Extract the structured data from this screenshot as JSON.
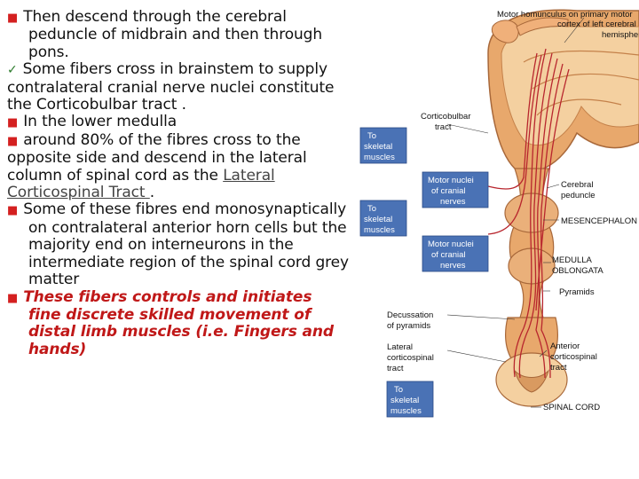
{
  "text": {
    "p1": "Then descend through the cerebral peduncle of midbrain and then through pons.",
    "p2": "Some fibers cross in brainstem to supply contralateral cranial nerve nuclei constitute the Corticobulbar tract .",
    "p3": "In the lower  medulla",
    "p4_a": "around 80% of the fibres cross to the opposite side and descend in the lateral column of spinal cord as the ",
    "p4_link": "Lateral Corticospinal Tract ",
    "p4_b": ".",
    "p5": "Some of these fibres end monosynaptically on contralateral anterior horn cells but the majority end on interneurons in the intermediate region of the spinal cord grey matter",
    "p6": "These fibers controls and initiates fine discrete skilled movement of distal limb muscles (i.e. Fingers and hands)"
  },
  "diagram": {
    "homunculus_l1": "Motor homunculus on primary motor",
    "homunculus_l2": "cortex of left cerebral",
    "homunculus_l3": "hemisphere",
    "corticobulbar_l1": "Corticobulbar",
    "corticobulbar_l2": "tract",
    "to_skeletal_1_l1": "To",
    "to_skeletal_1_l2": "skeletal",
    "to_skeletal_1_l3": "muscles",
    "motor_nuclei_1_l1": "Motor nuclei",
    "motor_nuclei_1_l2": "of cranial",
    "motor_nuclei_1_l3": "nerves",
    "cerebral_peduncle_l1": "Cerebral",
    "cerebral_peduncle_l2": "peduncle",
    "to_skeletal_2_l1": "To",
    "to_skeletal_2_l2": "skeletal",
    "to_skeletal_2_l3": "muscles",
    "mesencephalon": "MESENCEPHALON",
    "motor_nuclei_2_l1": "Motor nuclei",
    "motor_nuclei_2_l2": "of cranial",
    "motor_nuclei_2_l3": "nerves",
    "medulla_l1": "MEDULLA",
    "medulla_l2": "OBLONGATA",
    "pyramids": "Pyramids",
    "decussation_l1": "Decussation",
    "decussation_l2": "of pyramids",
    "lateral_cst_l1": "Lateral",
    "lateral_cst_l2": "corticospinal",
    "lateral_cst_l3": "tract",
    "anterior_cst_l1": "Anterior",
    "anterior_cst_l2": "corticospinal",
    "anterior_cst_l3": "tract",
    "to_skeletal_3_l1": "To",
    "to_skeletal_3_l2": "skeletal",
    "to_skeletal_3_l3": "muscles",
    "spinal_cord": "SPINAL CORD",
    "colors": {
      "box_blue": "#4a72b5",
      "tract_red": "#b8262e",
      "tissue": "#e8a86c",
      "tissue_dark": "#c4814a"
    }
  }
}
